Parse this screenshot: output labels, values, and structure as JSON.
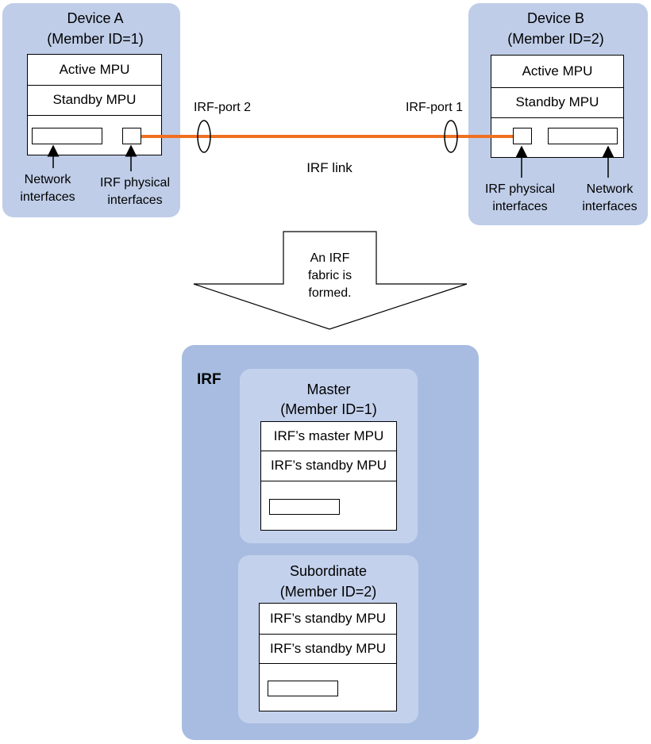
{
  "device_a": {
    "title": "Device A",
    "subtitle": "(Member ID=1)",
    "active_mpu": "Active MPU",
    "standby_mpu": "Standby MPU",
    "network_label_1": "Network",
    "network_label_2": "interfaces",
    "irf_phys_label_1": "IRF physical",
    "irf_phys_label_2": "interfaces"
  },
  "device_b": {
    "title": "Device B",
    "subtitle": "(Member ID=2)",
    "active_mpu": "Active MPU",
    "standby_mpu": "Standby MPU",
    "network_label_1": "Network",
    "network_label_2": "interfaces",
    "irf_phys_label_1": "IRF physical",
    "irf_phys_label_2": "interfaces"
  },
  "link": {
    "port_left": "IRF-port 2",
    "port_right": "IRF-port 1",
    "label": "IRF link",
    "color": "#f07020"
  },
  "arrow": {
    "line1": "An IRF",
    "line2": "fabric is",
    "line3": "formed."
  },
  "irf": {
    "label": "IRF",
    "master": {
      "title": "Master",
      "subtitle": "(Member ID=1)",
      "row1": "IRF’s master MPU",
      "row2": "IRF’s standby MPU"
    },
    "subordinate": {
      "title": "Subordinate",
      "subtitle": "(Member ID=2)",
      "row1": "IRF’s standby MPU",
      "row2": "IRF’s standby MPU"
    }
  },
  "colors": {
    "device_panel": "#bfcde8",
    "irf_panel": "#a7bce0",
    "member_panel": "#c3d1ec"
  }
}
